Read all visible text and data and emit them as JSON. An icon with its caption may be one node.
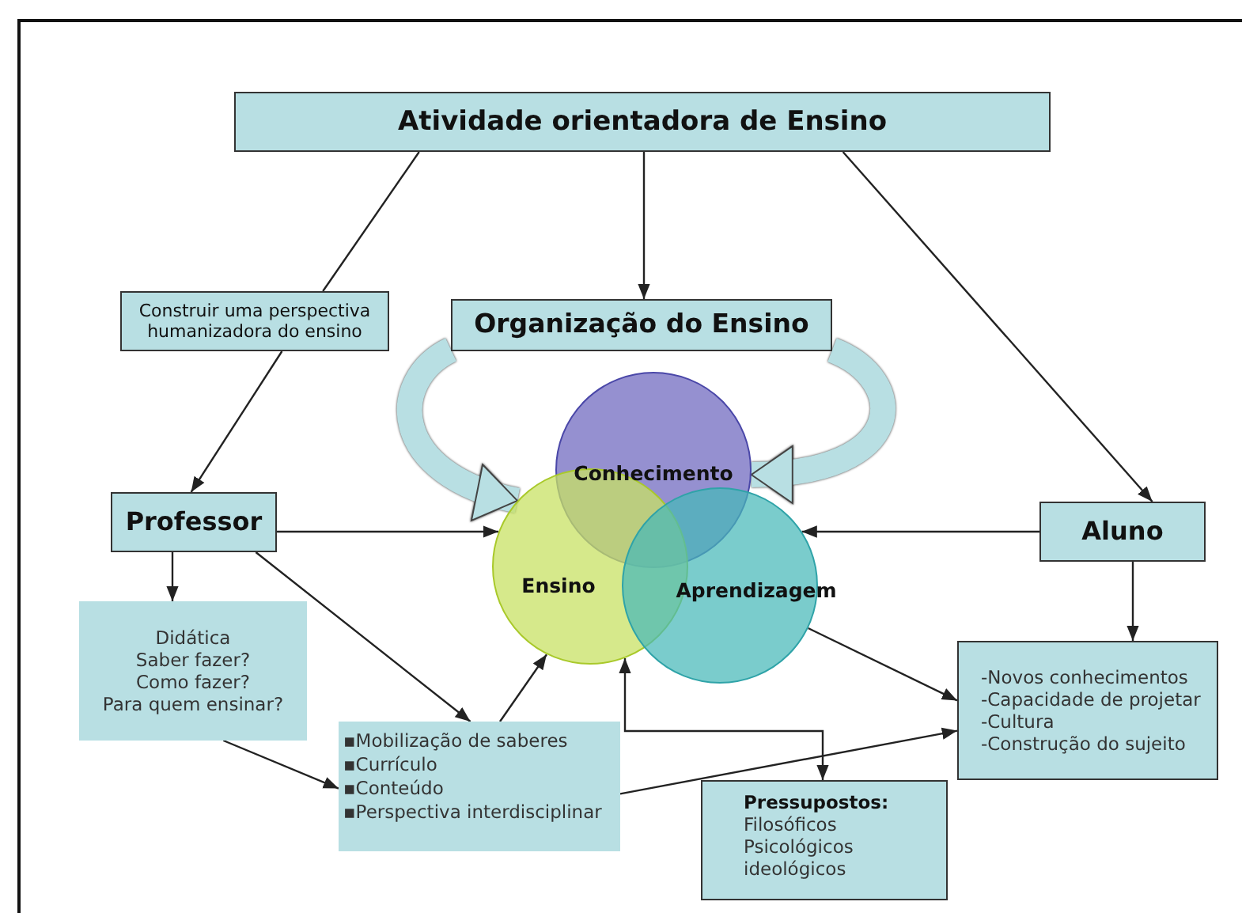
{
  "diagram": {
    "nodes": [
      {
        "text": [
          "Atividade orientadora de Ensino"
        ]
      },
      {
        "text": [
          "Construir uma perspectiva humanizadora do ensino"
        ]
      },
      {
        "text": [
          "Organização do Ensino"
        ]
      },
      {
        "text": [
          "Conhecimento"
        ]
      },
      {
        "text": [
          "Ensino"
        ]
      },
      {
        "text": [
          "Aprendizagem"
        ]
      },
      {
        "text": [
          "Professor"
        ]
      },
      {
        "text": [
          "Aluno"
        ]
      },
      {
        "text": [
          "Didática",
          "Saber fazer?",
          "Como fazer?",
          "Para quem ensinar?"
        ]
      },
      {
        "text": [
          "▪Mobilização de saberes",
          "▪Currículo",
          "▪Conteúdo",
          "▪Perspectiva interdisciplinar"
        ]
      },
      {
        "text": [
          "Pressupostos:",
          "Filosóficos",
          "Psicológicos",
          "ideológicos"
        ]
      },
      {
        "text": [
          "-Novos conhecimentos",
          "-Capacidade de projetar",
          "-Cultura",
          "-Construção do sujeito"
        ]
      }
    ],
    "edges": [
      {
        "from": 0,
        "to": 2,
        "arrow": "to"
      },
      {
        "from": 0,
        "to": 1,
        "arrow": "none"
      },
      {
        "from": 1,
        "to": 6,
        "arrow": "to"
      },
      {
        "from": 0,
        "to": 7,
        "arrow": "to"
      },
      {
        "from": 6,
        "to": 4,
        "arrow": "to"
      },
      {
        "from": 7,
        "to": 5,
        "arrow": "to"
      },
      {
        "from": 6,
        "to": 8,
        "arrow": "to"
      },
      {
        "from": 6,
        "to": 9,
        "arrow": "to"
      },
      {
        "from": 8,
        "to": 9,
        "arrow": "to"
      },
      {
        "from": 9,
        "to": 4,
        "arrow": "to"
      },
      {
        "from": 9,
        "to": 11,
        "arrow": "to"
      },
      {
        "from": 5,
        "to": 11,
        "arrow": "to"
      },
      {
        "from": 7,
        "to": 11,
        "arrow": "to"
      },
      {
        "from": 4,
        "to": 10,
        "arrow": "both"
      },
      {
        "from": 2,
        "to": 4,
        "arrow": "to",
        "style": "thick",
        "color": "#b8dfe3"
      },
      {
        "from": 2,
        "to": 3,
        "arrow": "to",
        "style": "thick",
        "color": "#b8dfe3"
      }
    ]
  }
}
